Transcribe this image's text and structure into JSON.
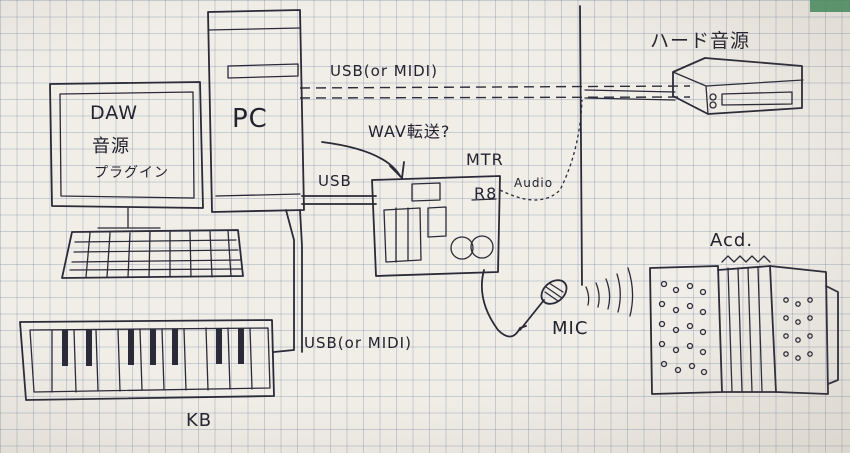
{
  "labels": {
    "daw": "DAW",
    "sound_source": "音源",
    "plugin": "プラグイン",
    "pc": "PC",
    "usb_top": "USB(or MIDI)",
    "wav_transfer": "WAV転送?",
    "usb_mid": "USB",
    "mtr": "MTR",
    "r8": "R8",
    "audio": "Audio",
    "hard_sound_source": "ハード音源",
    "acd": "Acd.",
    "mic": "MIC",
    "usb_bottom": "USB(or MIDI)",
    "kb": "KB"
  },
  "colors": {
    "ink": "#2a2a38",
    "paper": "#f1eee8",
    "grid": "#8ca0bb"
  }
}
